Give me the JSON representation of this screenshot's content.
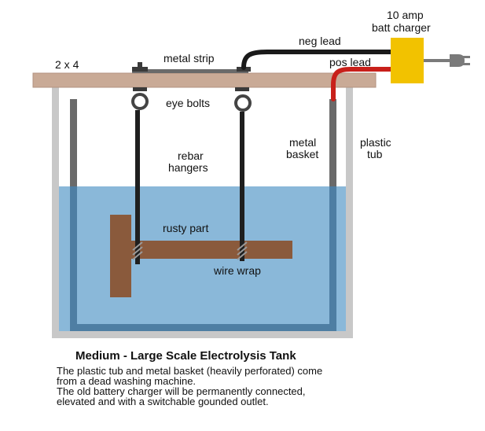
{
  "labels": {
    "board": "2 x 4",
    "metal_strip": "metal strip",
    "eye_bolts": "eye bolts",
    "rebar_hangers": [
      "rebar",
      "hangers"
    ],
    "metal_basket": [
      "metal",
      "basket"
    ],
    "plastic_tub": [
      "plastic",
      "tub"
    ],
    "rusty_part": "rusty part",
    "wire_wrap": "wire wrap",
    "neg_lead": "neg lead",
    "pos_lead": "pos lead",
    "charger": [
      "10 amp",
      "batt charger"
    ]
  },
  "title": "Medium - Large Scale Electrolysis Tank",
  "description": [
    "The plastic tub and metal basket (heavily perforated) come",
    "from a dead washing machine.",
    "The old battery charger will be permanently connected,",
    "elevated and with a switchable gounded outlet."
  ],
  "colors": {
    "board": "#c9aa96",
    "water": "#8ab8d9",
    "tub": "#c8c8c8",
    "basket": "#4e7ea3",
    "rust": "#8a5a3c",
    "charger": "#f2c200",
    "neg_lead": "#1a1a1a",
    "pos_lead": "#c8201a"
  },
  "icons": [
    "eye-bolt-icon",
    "plug-icon"
  ]
}
